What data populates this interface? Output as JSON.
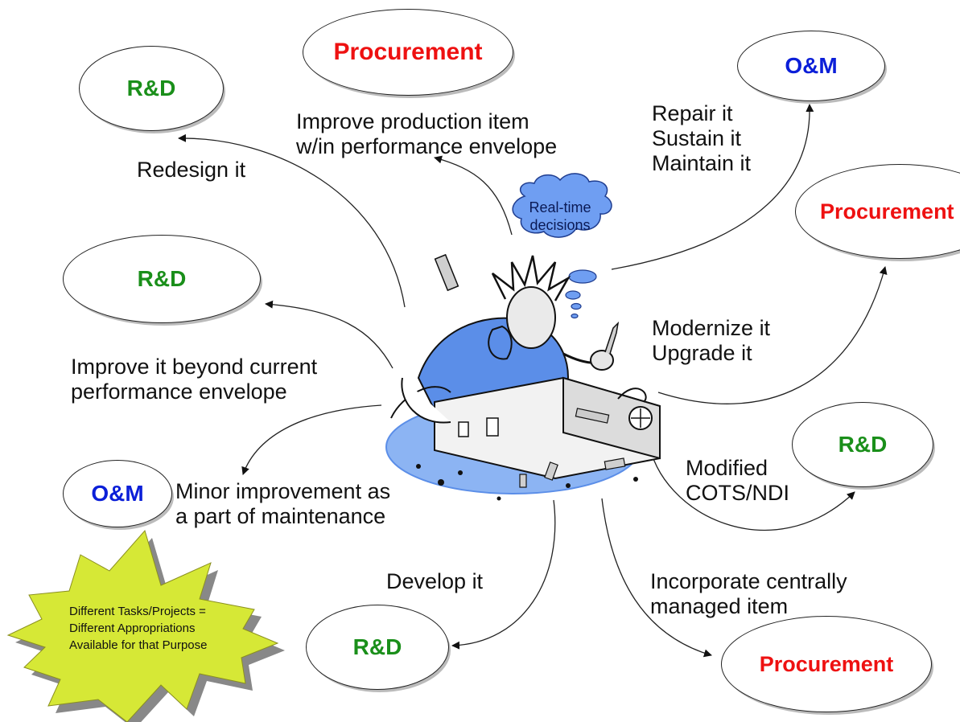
{
  "nodes": {
    "rd_top_left": "R&D",
    "procurement_top": "Procurement",
    "om_top_right": "O&M",
    "procurement_right": "Procurement",
    "rd_left": "R&D",
    "rd_right": "R&D",
    "om_left": "O&M",
    "rd_bottom": "R&D",
    "procurement_bottom": "Procurement"
  },
  "labels": {
    "redesign": "Redesign it",
    "improve_production_1": "Improve production item",
    "improve_production_2": "w/in performance envelope",
    "repair": "Repair it",
    "sustain": "Sustain it",
    "maintain": "Maintain it",
    "improve_beyond_1": "Improve it beyond current",
    "improve_beyond_2": "performance envelope",
    "modernize": "Modernize it",
    "upgrade": "Upgrade it",
    "minor_1": "Minor improvement as",
    "minor_2": "a part of maintenance",
    "modified_1": "Modified",
    "modified_2": "COTS/NDI",
    "develop": "Develop it",
    "incorporate_1": "Incorporate centrally",
    "incorporate_2": "managed item"
  },
  "cloud": {
    "line1": "Real-time",
    "line2": "decisions"
  },
  "burst": {
    "line1": "Different Tasks/Projects =",
    "line2": "Different Appropriations",
    "line3": "Available for that Purpose"
  },
  "colors": {
    "rd": "#1a8f1a",
    "om": "#0b1fd8",
    "procurement": "#ee1111",
    "cloud_fill": "#6f9ef2",
    "burst_fill": "#d6e836",
    "illustration_blue": "#5b8ee8"
  },
  "icons": {
    "central_figure": "frustrated-man-repairing-machine",
    "thought_bubble": "cloud"
  }
}
